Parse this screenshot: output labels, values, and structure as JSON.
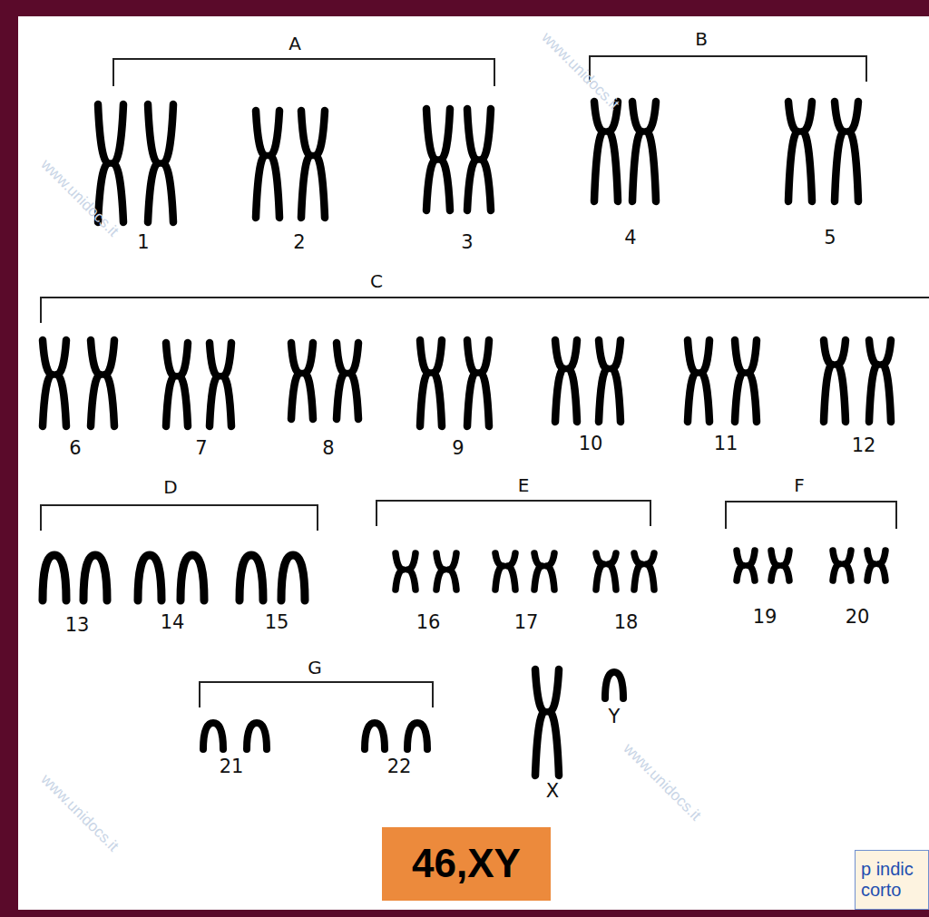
{
  "diagram": {
    "nodes": [
      {
        "text": [
          "46,XY"
        ]
      },
      {
        "text": [
          "p indic corto"
        ]
      }
    ],
    "labels": [
      "A",
      "1",
      "2",
      "3",
      "B",
      "4",
      "5",
      "C",
      "6",
      "7",
      "8",
      "9",
      "10",
      "11",
      "12",
      "D",
      "13",
      "14",
      "15",
      "E",
      "16",
      "17",
      "18",
      "F",
      "19",
      "20",
      "G",
      "21",
      "22",
      "X",
      "Y",
      "www.unidocs.it",
      "www.unidocs.it",
      "www.unidocs.it",
      "www.unidocs.it"
    ]
  }
}
